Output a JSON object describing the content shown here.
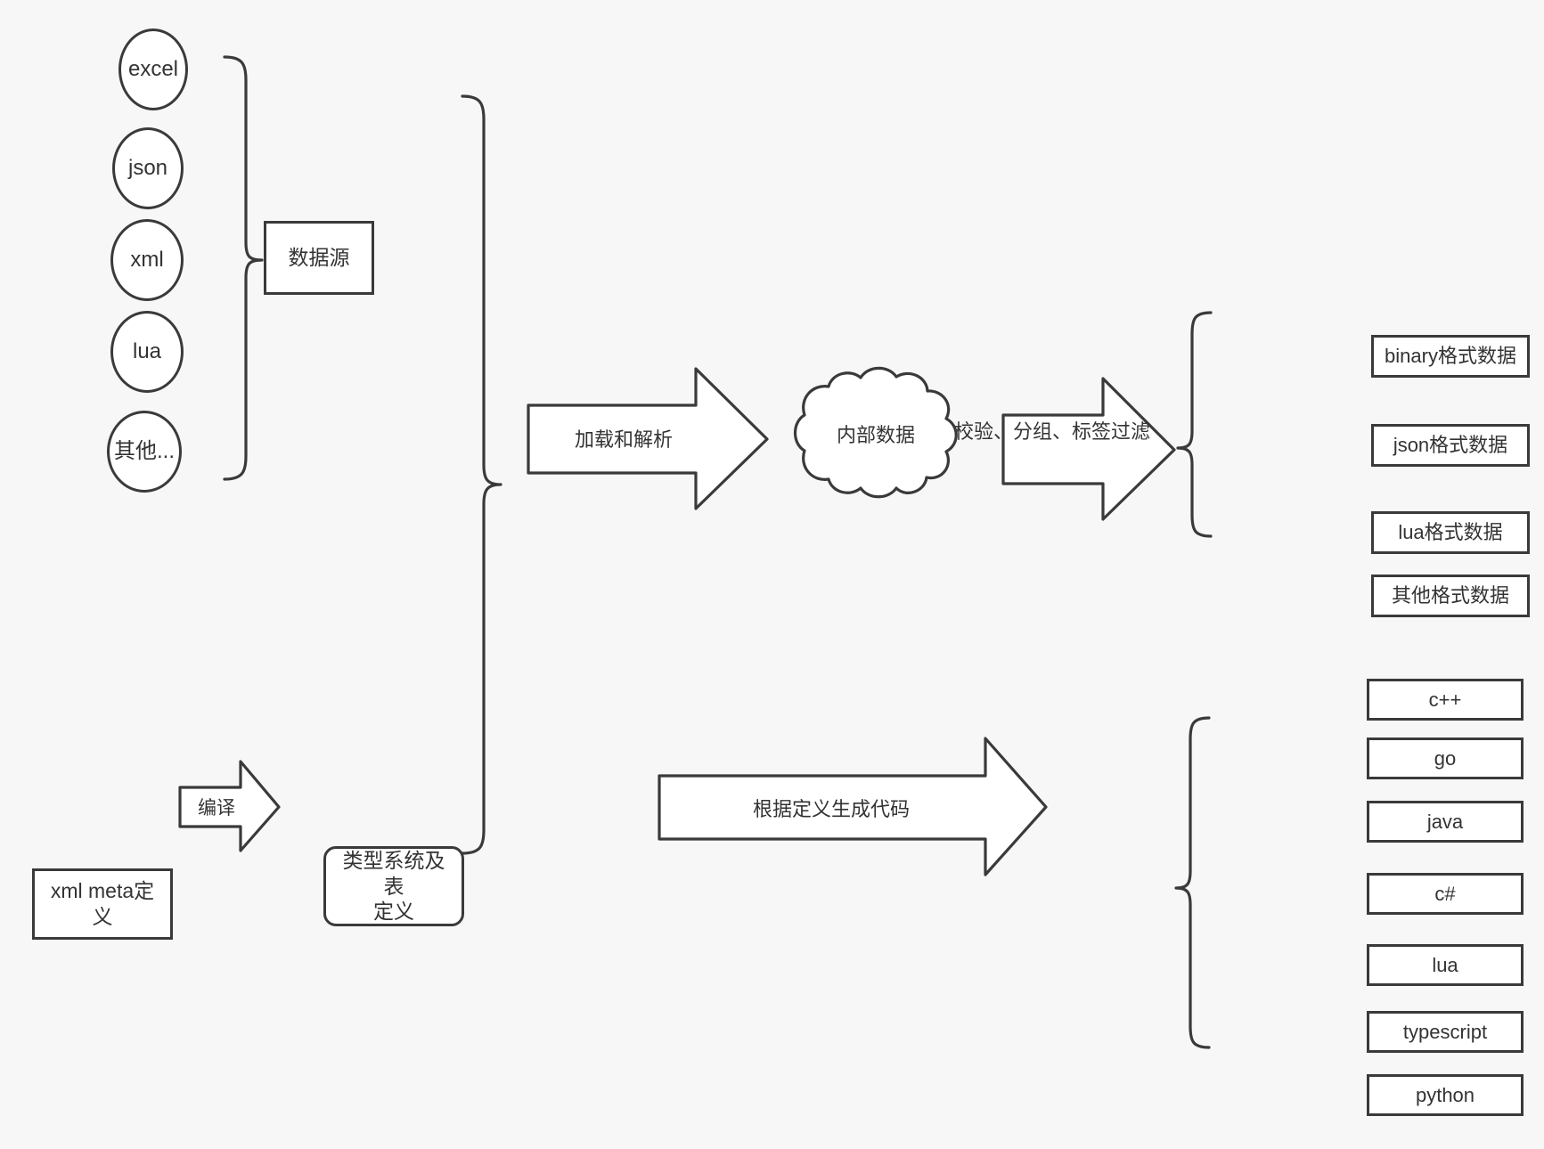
{
  "diagram": {
    "title": "data pipeline diagram",
    "background_color": "#f7f7f7",
    "stroke_color": "#3a3a3a",
    "fill_color": "#ffffff",
    "text_color": "#333333"
  },
  "sources": {
    "group_label": "数据源",
    "items": [
      {
        "label": "excel"
      },
      {
        "label": "json"
      },
      {
        "label": "xml"
      },
      {
        "label": "lua"
      },
      {
        "label": "其他..."
      }
    ]
  },
  "meta": {
    "definition_box": "xml meta定义",
    "compile_arrow": "编译",
    "type_system_box": "类型系统及表\n定义",
    "type_system_line1": "类型系统及表",
    "type_system_line2": "定义"
  },
  "pipeline": {
    "load_parse_arrow": "加载和解析",
    "internal_data_cloud": "内部数据",
    "filter_arrow": "校验、分组、标签过滤",
    "codegen_arrow": "根据定义生成代码"
  },
  "outputs": {
    "formats": [
      {
        "label": "binary格式数据"
      },
      {
        "label": "json格式数据"
      },
      {
        "label": "lua格式数据"
      },
      {
        "label": "其他格式数据"
      }
    ],
    "languages": [
      {
        "label": "c++"
      },
      {
        "label": "go"
      },
      {
        "label": "java"
      },
      {
        "label": "c#"
      },
      {
        "label": "lua"
      },
      {
        "label": "typescript"
      },
      {
        "label": "python"
      }
    ]
  }
}
